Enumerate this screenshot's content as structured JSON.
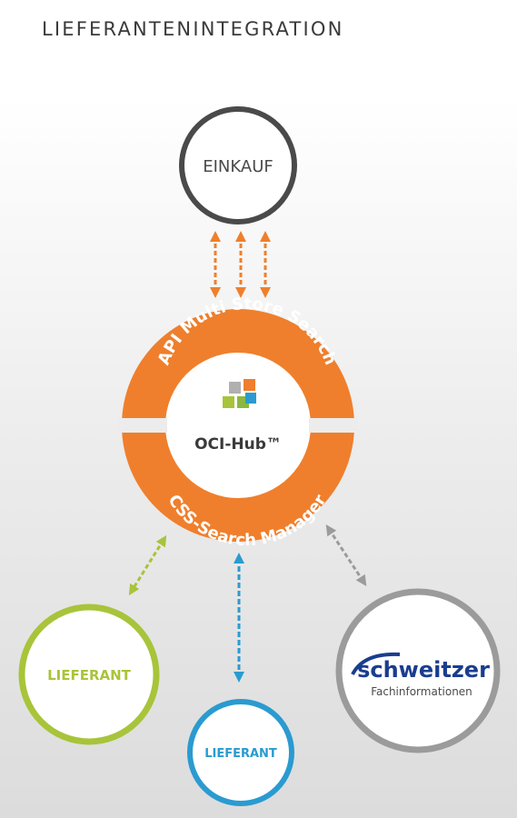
{
  "page_title": "LIEFERANTENINTEGRATION",
  "nodes": {
    "einkauf": "EINKAUF",
    "lieferant_left": "LIEFERANT",
    "lieferant_center": "LIEFERANT",
    "schweitzer_name": "schweitzer",
    "schweitzer_sub": "Fachinformationen"
  },
  "hub": {
    "top_arc": "API Multi Store Search",
    "bottom_arc": "CSS-Search Manager",
    "center_label": "OCI-Hub™"
  },
  "colors": {
    "orange": "#ef7f2c",
    "green": "#a8c43a",
    "blue": "#2a9bd0",
    "gray": "#9b9b9b",
    "dark": "#4a4a4a"
  }
}
